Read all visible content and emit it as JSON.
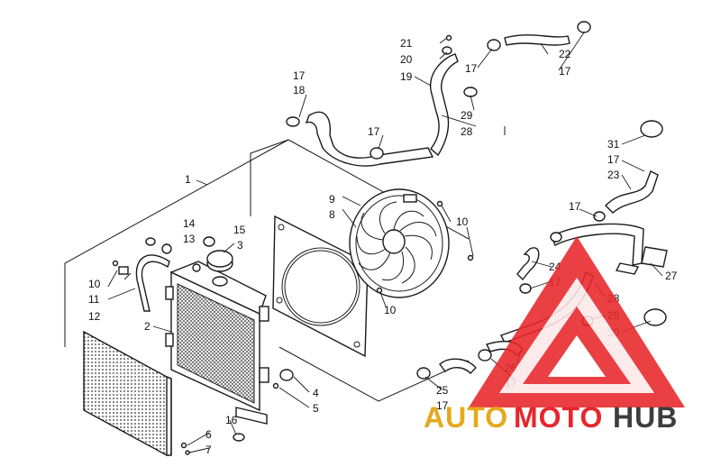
{
  "callouts": [
    {
      "id": "c1",
      "text": "1"
    },
    {
      "id": "c2",
      "text": "2"
    },
    {
      "id": "c3",
      "text": "3"
    },
    {
      "id": "c4",
      "text": "4"
    },
    {
      "id": "c5",
      "text": "5"
    },
    {
      "id": "c6",
      "text": "6"
    },
    {
      "id": "c7",
      "text": "7"
    },
    {
      "id": "c8",
      "text": "8"
    },
    {
      "id": "c9",
      "text": "9"
    },
    {
      "id": "c10a",
      "text": "10"
    },
    {
      "id": "c10b",
      "text": "10"
    },
    {
      "id": "c10c",
      "text": "10"
    },
    {
      "id": "c11",
      "text": "11"
    },
    {
      "id": "c12",
      "text": "12"
    },
    {
      "id": "c13",
      "text": "13"
    },
    {
      "id": "c14",
      "text": "14"
    },
    {
      "id": "c15",
      "text": "15"
    },
    {
      "id": "c16",
      "text": "16"
    },
    {
      "id": "c17a",
      "text": "17"
    },
    {
      "id": "c17b",
      "text": "17"
    },
    {
      "id": "c17c",
      "text": "17"
    },
    {
      "id": "c17d",
      "text": "17"
    },
    {
      "id": "c17e",
      "text": "17"
    },
    {
      "id": "c17f",
      "text": "17"
    },
    {
      "id": "c17g",
      "text": "17"
    },
    {
      "id": "c17h",
      "text": "17"
    },
    {
      "id": "c17i",
      "text": "17"
    },
    {
      "id": "c18",
      "text": "18"
    },
    {
      "id": "c19",
      "text": "19"
    },
    {
      "id": "c20",
      "text": "20"
    },
    {
      "id": "c21",
      "text": "21"
    },
    {
      "id": "c22",
      "text": "22"
    },
    {
      "id": "c23",
      "text": "23"
    },
    {
      "id": "c24",
      "text": "24"
    },
    {
      "id": "c25",
      "text": "25"
    },
    {
      "id": "c26",
      "text": "26"
    },
    {
      "id": "c27",
      "text": "27"
    },
    {
      "id": "c28a",
      "text": "28"
    },
    {
      "id": "c28b",
      "text": "28"
    },
    {
      "id": "c29a",
      "text": "29"
    },
    {
      "id": "c29b",
      "text": "29"
    },
    {
      "id": "c30",
      "text": "30"
    },
    {
      "id": "c31",
      "text": "31"
    }
  ],
  "watermark": {
    "part1": "AUTO",
    "part2": "MOTO",
    "part3": "HUB",
    "colors": {
      "red": "#e8262b",
      "gold": "#e5a91c",
      "gray": "#3d3d3d"
    }
  }
}
